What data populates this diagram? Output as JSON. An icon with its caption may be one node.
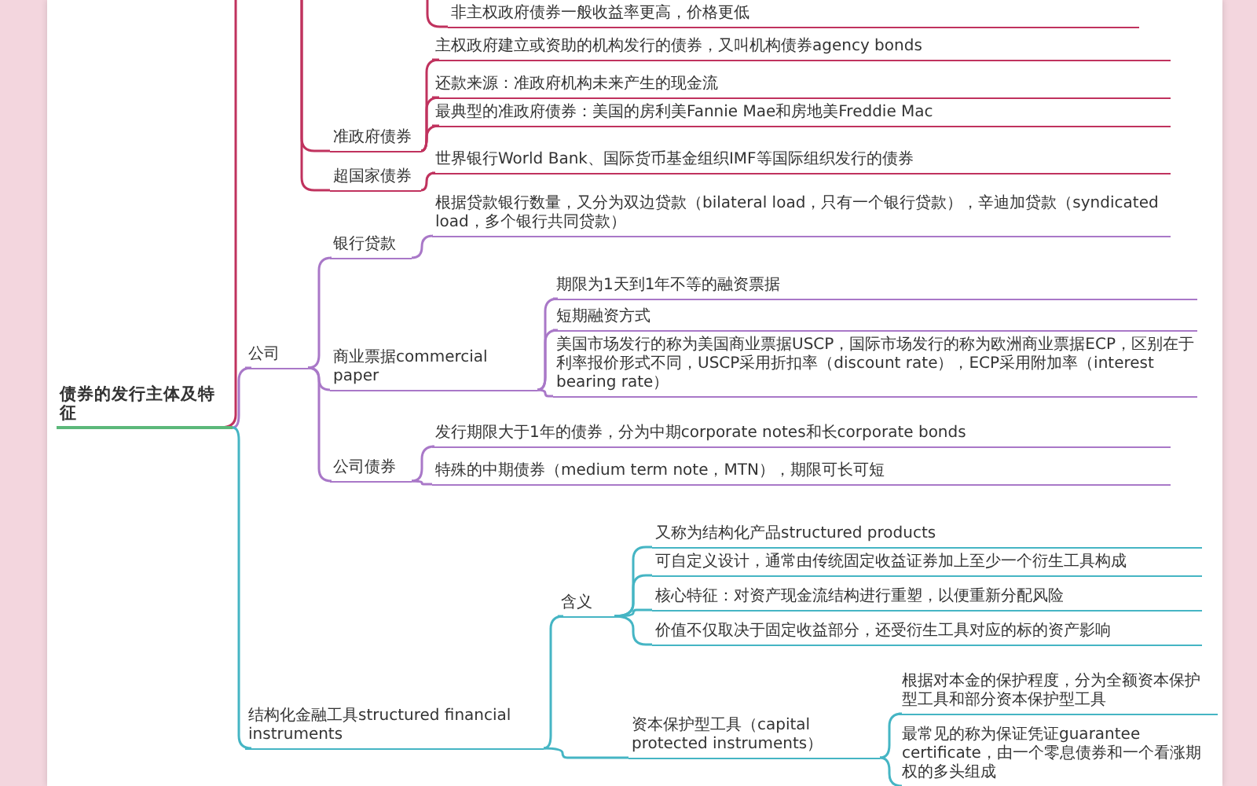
{
  "diagram": {
    "nodes": [
      {
        "text": [
          "债券的发行主体及特征"
        ]
      },
      {
        "text": [
          "非主权政府债券一般收益率更高，价格更低"
        ]
      },
      {
        "text": [
          "准政府债券"
        ]
      },
      {
        "text": [
          "主权政府建立或资助的机构发行的债券，又叫机构债券agency bonds"
        ]
      },
      {
        "text": [
          "还款来源：准政府机构未来产生的现金流"
        ]
      },
      {
        "text": [
          "最典型的准政府债券：美国的房利美Fannie Mae和房地美Freddie Mac"
        ]
      },
      {
        "text": [
          "超国家债券"
        ]
      },
      {
        "text": [
          "世界银行World Bank、国际货币基金组织IMF等国际组织发行的债券"
        ]
      },
      {
        "text": [
          "公司"
        ]
      },
      {
        "text": [
          "银行贷款"
        ]
      },
      {
        "text": [
          "根据贷款银行数量，又分为双边贷款（bilateral load，只有一个银行贷款），辛迪加贷款（syndicated load，多个银行共同贷款）"
        ]
      },
      {
        "text": [
          "商业票据commercial paper"
        ]
      },
      {
        "text": [
          "期限为1天到1年不等的融资票据"
        ]
      },
      {
        "text": [
          "短期融资方式"
        ]
      },
      {
        "text": [
          "美国市场发行的称为美国商业票据USCP，国际市场发行的称为欧洲商业票据ECP，区别在于利率报价形式不同，USCP采用折扣率（discount rate），ECP采用附加率（interest bearing rate）"
        ]
      },
      {
        "text": [
          "公司债券"
        ]
      },
      {
        "text": [
          "发行期限大于1年的债券，分为中期corporate notes和长corporate bonds"
        ]
      },
      {
        "text": [
          "特殊的中期债券（medium term note，MTN），期限可长可短"
        ]
      },
      {
        "text": [
          "结构化金融工具structured financial instruments"
        ]
      },
      {
        "text": [
          "含义"
        ]
      },
      {
        "text": [
          "又称为结构化产品structured products"
        ]
      },
      {
        "text": [
          "可自定义设计，通常由传统固定收益证券加上至少一个衍生工具构成"
        ]
      },
      {
        "text": [
          "核心特征：对资产现金流结构进行重塑，以便重新分配风险"
        ]
      },
      {
        "text": [
          "价值不仅取决于固定收益部分，还受衍生工具对应的标的资产影响"
        ]
      },
      {
        "text": [
          "资本保护型工具（capital protected instruments）"
        ]
      },
      {
        "text": [
          "根据对本金的保护程度，分为全额资本保护型工具和部分资本保护型工具"
        ]
      },
      {
        "text": [
          "最常见的称为保证凭证guarantee certificate，由一个零息债券和一个看涨期权的多头组成"
        ]
      }
    ],
    "edges": [
      {
        "from": 0,
        "to": null,
        "arrow": "none",
        "color": "#c0325e"
      },
      {
        "from": null,
        "to": 1,
        "arrow": "none",
        "color": "#c0325e"
      },
      {
        "from": null,
        "to": 2,
        "arrow": "none",
        "color": "#c0325e"
      },
      {
        "from": 2,
        "to": 3,
        "arrow": "none",
        "color": "#c0325e"
      },
      {
        "from": 2,
        "to": 4,
        "arrow": "none",
        "color": "#c0325e"
      },
      {
        "from": 2,
        "to": 5,
        "arrow": "none",
        "color": "#c0325e"
      },
      {
        "from": null,
        "to": 6,
        "arrow": "none",
        "color": "#c0325e"
      },
      {
        "from": 6,
        "to": 7,
        "arrow": "none",
        "color": "#c0325e"
      },
      {
        "from": 0,
        "to": 8,
        "arrow": "none"
      },
      {
        "from": 8,
        "to": 9,
        "arrow": "none"
      },
      {
        "from": 9,
        "to": 10,
        "arrow": "none"
      },
      {
        "from": 8,
        "to": 11,
        "arrow": "none"
      },
      {
        "from": 11,
        "to": 12,
        "arrow": "none"
      },
      {
        "from": 11,
        "to": 13,
        "arrow": "none"
      },
      {
        "from": 11,
        "to": 14,
        "arrow": "none"
      },
      {
        "from": 8,
        "to": 15,
        "arrow": "none"
      },
      {
        "from": 15,
        "to": 16,
        "arrow": "none"
      },
      {
        "from": 15,
        "to": 17,
        "arrow": "none"
      },
      {
        "from": 0,
        "to": 18,
        "arrow": "none",
        "color": "#45b5c4"
      },
      {
        "from": 18,
        "to": 19,
        "arrow": "none",
        "color": "#45b5c4"
      },
      {
        "from": 19,
        "to": 20,
        "arrow": "none",
        "color": "#45b5c4"
      },
      {
        "from": 19,
        "to": 21,
        "arrow": "none",
        "color": "#45b5c4"
      },
      {
        "from": 19,
        "to": 22,
        "arrow": "none",
        "color": "#45b5c4"
      },
      {
        "from": 19,
        "to": 23,
        "arrow": "none",
        "color": "#45b5c4"
      },
      {
        "from": 18,
        "to": 24,
        "arrow": "none",
        "color": "#45b5c4"
      },
      {
        "from": 24,
        "to": 25,
        "arrow": "none",
        "color": "#45b5c4"
      },
      {
        "from": 24,
        "to": 26,
        "arrow": "none",
        "color": "#45b5c4"
      }
    ]
  }
}
